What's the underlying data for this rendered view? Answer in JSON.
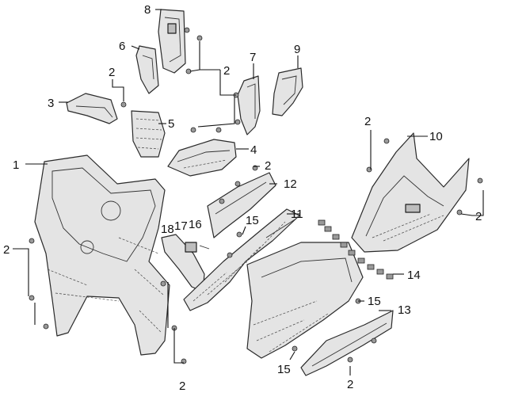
{
  "callouts": [
    {
      "id": "c1",
      "text": "1"
    },
    {
      "id": "c2a",
      "text": "2"
    },
    {
      "id": "c2b",
      "text": "2"
    },
    {
      "id": "c2c",
      "text": "2"
    },
    {
      "id": "c2d",
      "text": "2"
    },
    {
      "id": "c2e",
      "text": "2"
    },
    {
      "id": "c2f",
      "text": "2"
    },
    {
      "id": "c2g",
      "text": "2"
    },
    {
      "id": "c2h",
      "text": "2"
    },
    {
      "id": "c3",
      "text": "3"
    },
    {
      "id": "c4",
      "text": "4"
    },
    {
      "id": "c5",
      "text": "5"
    },
    {
      "id": "c6",
      "text": "6"
    },
    {
      "id": "c7",
      "text": "7"
    },
    {
      "id": "c8",
      "text": "8"
    },
    {
      "id": "c9",
      "text": "9"
    },
    {
      "id": "c10",
      "text": "10"
    },
    {
      "id": "c11",
      "text": "11"
    },
    {
      "id": "c12",
      "text": "12"
    },
    {
      "id": "c13",
      "text": "13"
    },
    {
      "id": "c14",
      "text": "14"
    },
    {
      "id": "c15a",
      "text": "15"
    },
    {
      "id": "c15b",
      "text": "15"
    },
    {
      "id": "c15c",
      "text": "15"
    },
    {
      "id": "c16",
      "text": "16"
    },
    {
      "id": "c17",
      "text": "17"
    },
    {
      "id": "c18",
      "text": "18"
    }
  ]
}
